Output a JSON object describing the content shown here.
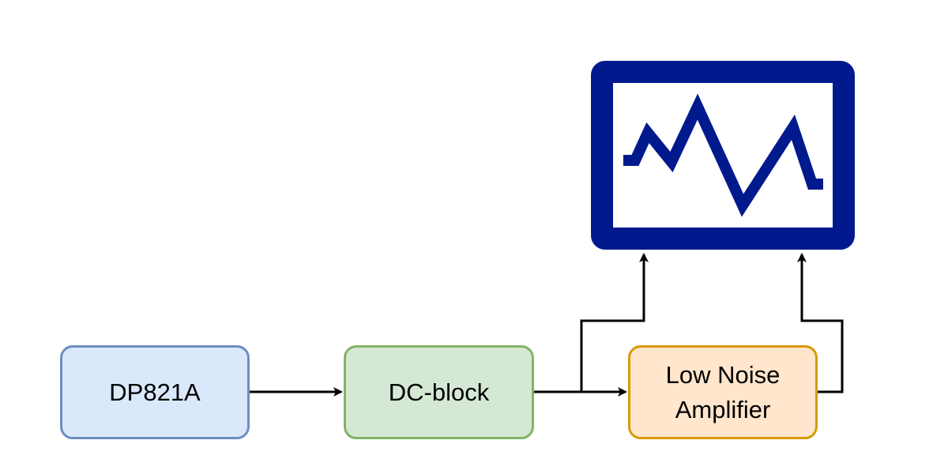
{
  "blocks": {
    "source": {
      "label": "DP821A",
      "fill": "#dae8fc",
      "stroke": "#6c8ebf"
    },
    "dc_block": {
      "label": "DC-block",
      "fill": "#d5e8d4",
      "stroke": "#82b366"
    },
    "lna": {
      "label": "Low Noise\nAmplifier",
      "fill": "#ffe6cc",
      "stroke": "#d79b00"
    }
  },
  "oscilloscope": {
    "icon": "oscilloscope-icon",
    "frame_color": "#001a8e"
  },
  "connector_color": "#000000"
}
